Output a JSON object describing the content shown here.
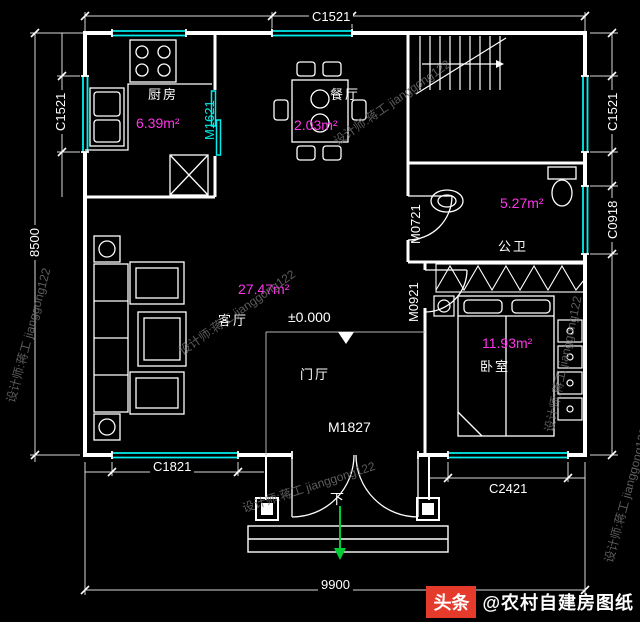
{
  "colors": {
    "background": "#000000",
    "walls": "#ffffff",
    "windows": "#00eeee",
    "area_text": "#ff35e9",
    "watermark": "#6d6d6d",
    "badge_red": "#e53b2c",
    "arrow_green": "#00cc33"
  },
  "plan": {
    "dims": {
      "top_window": "C1521",
      "left_height": "8500",
      "left_window": "C1521",
      "right_window_top": "C1521",
      "right_window_mid": "C0918",
      "bottom_width": "9900",
      "bottom_window_left": "C1821",
      "bottom_window_right": "C2421"
    },
    "doors": {
      "kitchen": "M1621",
      "bathroom": "M0721",
      "bedroom": "M0921",
      "entry": "M1827"
    },
    "rooms": {
      "kitchen": {
        "name": "厨房",
        "area": "6.39m²"
      },
      "dining": {
        "name": "餐厅",
        "area": "2.03m²"
      },
      "living": {
        "name": "客厅",
        "area": "27.47m²"
      },
      "bathroom": {
        "name": "公卫",
        "area": "5.27m²"
      },
      "bedroom": {
        "name": "卧室",
        "area": "11.93m²"
      },
      "hall": {
        "name": "门厅"
      }
    },
    "level_marker": "±0.000",
    "down_label": "下"
  },
  "watermark": {
    "text": "设计师:蒋工 jianggong122"
  },
  "badge": {
    "brand": "头条",
    "handle": "@农村自建房图纸"
  }
}
